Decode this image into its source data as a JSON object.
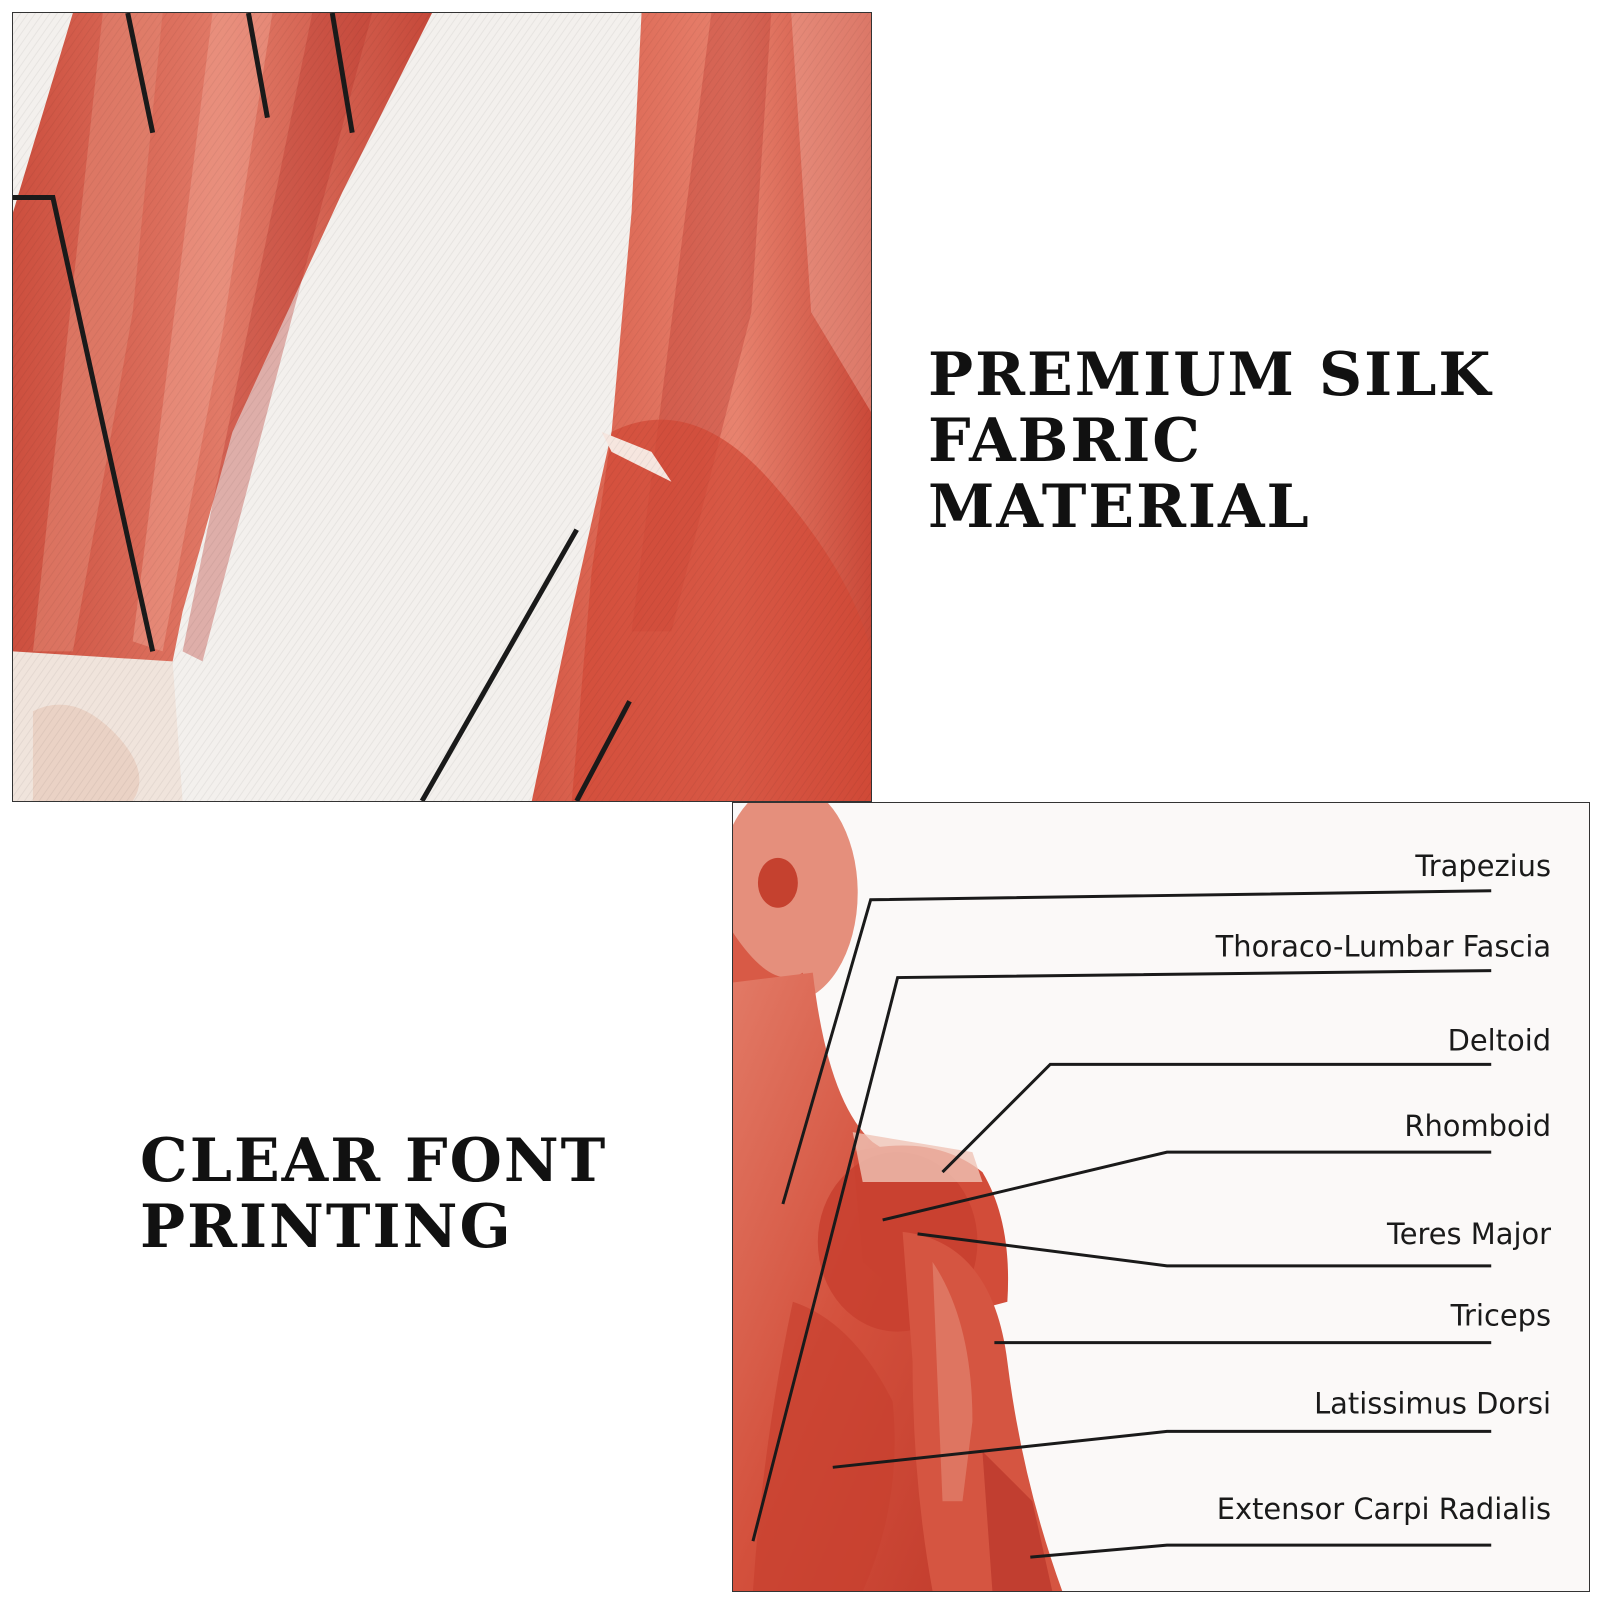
{
  "headline_top": {
    "line1": "PREMIUM SILK",
    "line2": "FABRIC MATERIAL"
  },
  "headline_bottom": {
    "line1": "CLEAR FONT",
    "line2": "PRINTING"
  },
  "muscle_labels": [
    "Trapezius",
    "Thoraco-Lumbar Fascia",
    "Deltoid",
    "Rhomboid",
    "Teres Major",
    "Triceps",
    "Latissimus Dorsi",
    "Extensor Carpi Radialis"
  ],
  "colors": {
    "muscle_red": "#d9533f",
    "muscle_dark": "#b8342a",
    "fabric_white": "#f4f1ee",
    "text_black": "#111111"
  }
}
